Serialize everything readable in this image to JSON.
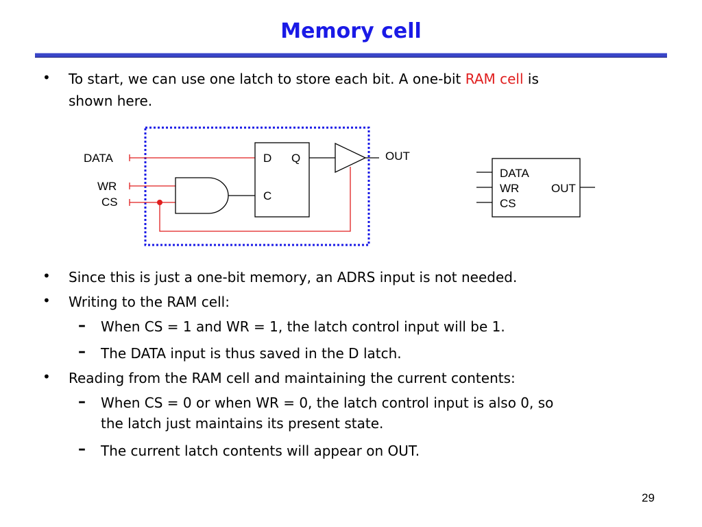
{
  "slide": {
    "title": "Memory cell",
    "page_number": "29"
  },
  "bullets": {
    "b1": {
      "line1_pre": "To start, we can use one latch to store each bit. A one-bit ",
      "line1_highlight": "RAM cell",
      "line1_post": " is",
      "line2": "shown here."
    },
    "b2": "Since this is just a one-bit memory, an ADRS input is not needed.",
    "b3": {
      "text": "Writing to the RAM cell:",
      "sub1": "When CS = 1 and WR = 1, the latch control input will be 1.",
      "sub2": "The DATA input is thus saved in the D latch."
    },
    "b4": {
      "text": "Reading from the RAM cell and maintaining the current contents:",
      "sub1_line1": "When CS = 0 or when WR = 0, the latch control input is also 0, so",
      "sub1_line2": "the latch just maintains its present state.",
      "sub2": "The current latch contents will appear on OUT."
    }
  },
  "circuit": {
    "input_data": "DATA",
    "input_wr": "WR",
    "input_cs": "CS",
    "latch_d": "D",
    "latch_q": "Q",
    "latch_c": "C",
    "output": "OUT",
    "colors": {
      "wire": "#e01e1e",
      "border": "#1a1ae6"
    }
  },
  "block_symbol": {
    "data": "DATA",
    "wr": "WR",
    "cs": "CS",
    "out": "OUT"
  },
  "colors": {
    "title": "#1a1ae6",
    "highlight": "#e01e1e"
  }
}
